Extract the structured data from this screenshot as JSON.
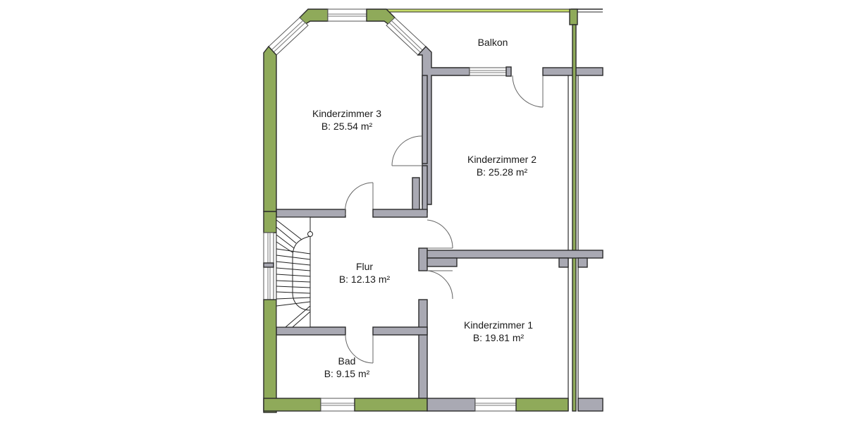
{
  "plan": {
    "colors": {
      "interior_wall": "#a9a9b3",
      "exterior_wall": "#8faa5a",
      "outline": "#2b2b2b",
      "background": "#ffffff"
    },
    "rooms": [
      {
        "id": "balkon",
        "name": "Balkon",
        "area": ""
      },
      {
        "id": "kinderzimmer-3",
        "name": "Kinderzimmer 3",
        "area": "B: 25.54 m²"
      },
      {
        "id": "kinderzimmer-2",
        "name": "Kinderzimmer 2",
        "area": "B: 25.28 m²"
      },
      {
        "id": "flur",
        "name": "Flur",
        "area": "B: 12.13 m²"
      },
      {
        "id": "kinderzimmer-1",
        "name": "Kinderzimmer 1",
        "area": "B: 19.81 m²"
      },
      {
        "id": "bad",
        "name": "Bad",
        "area": "B: 9.15 m²"
      }
    ]
  }
}
